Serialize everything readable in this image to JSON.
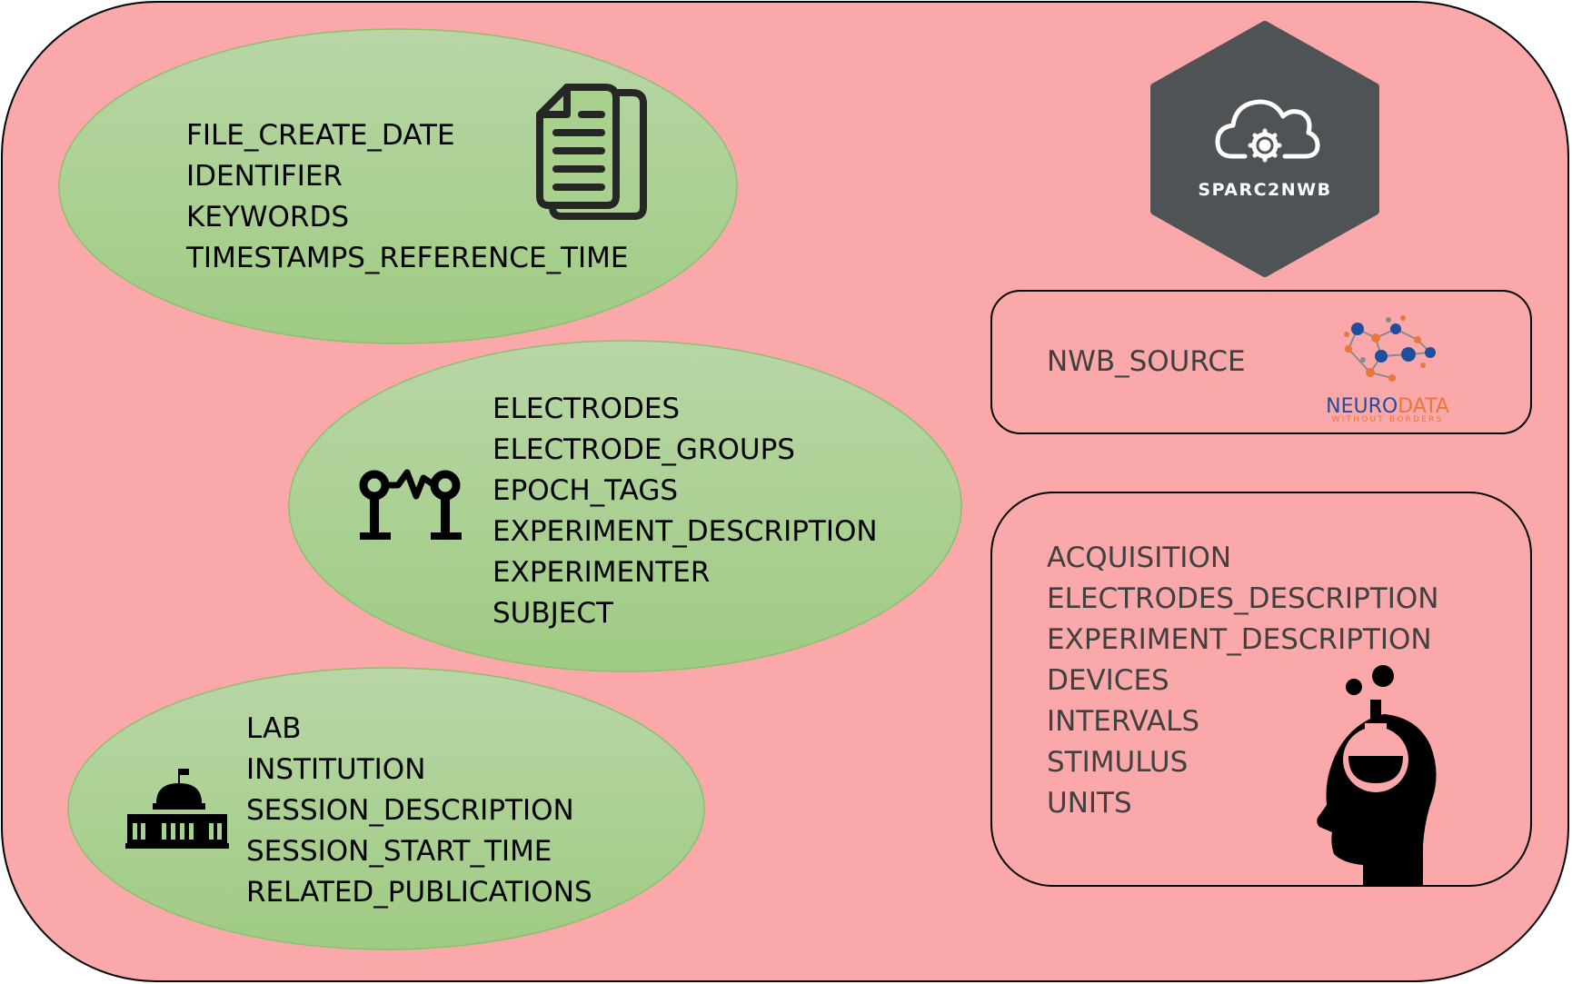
{
  "colors": {
    "background": "#fba8aa",
    "ellipse": "#a9d18e",
    "badge": "#4f5355",
    "logo_blue": "#1f4e9c",
    "logo_orange": "#e8773a"
  },
  "groups": [
    {
      "icon": "document-icon",
      "fields": [
        "FILE_CREATE_DATE",
        "IDENTIFIER",
        "KEYWORDS",
        "TIMESTAMPS_REFERENCE_TIME"
      ]
    },
    {
      "icon": "electrodes-icon",
      "fields": [
        "ELECTRODES",
        "ELECTRODE_GROUPS",
        "EPOCH_TAGS",
        "EXPERIMENT_DESCRIPTION",
        "EXPERIMENTER",
        "SUBJECT"
      ]
    },
    {
      "icon": "institution-icon",
      "fields": [
        "LAB",
        "INSTITUTION",
        "SESSION_DESCRIPTION",
        "SESSION_START_TIME",
        "RELATED_PUBLICATIONS"
      ]
    }
  ],
  "badge": {
    "label": "SPARC2NWB",
    "icon": "cloud-gear-icon"
  },
  "nwb_box": {
    "field": "NWB_SOURCE",
    "logo_main_1": "NEURO",
    "logo_main_2": "DATA",
    "logo_sub": "WITHOUT BORDERS",
    "icon": "neurodata-network-icon"
  },
  "user_box": {
    "fields": [
      "ACQUISITION",
      "ELECTRODES_DESCRIPTION",
      "EXPERIMENT_DESCRIPTION",
      "DEVICES",
      "INTERVALS",
      "STIMULUS",
      "UNITS"
    ],
    "icon": "scientist-head-icon"
  }
}
